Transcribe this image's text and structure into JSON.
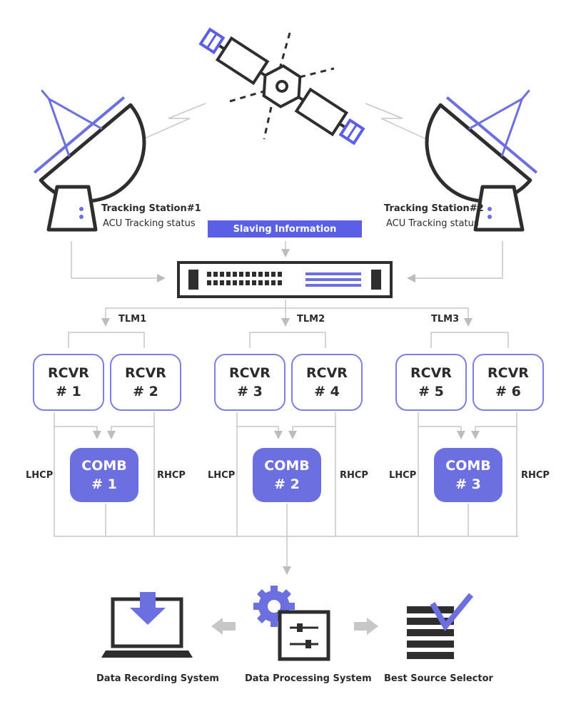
{
  "stations": [
    {
      "name": "Tracking Station#1",
      "status": "ACU Tracking status"
    },
    {
      "name": "Tracking Station#2",
      "status": "ACU Tracking status"
    }
  ],
  "slaving": "Slaving Information",
  "tlm": [
    "TLM1",
    "TLM2",
    "TLM3"
  ],
  "rcvr": [
    {
      "l1": "RCVR",
      "l2": "# 1"
    },
    {
      "l1": "RCVR",
      "l2": "# 2"
    },
    {
      "l1": "RCVR",
      "l2": "# 3"
    },
    {
      "l1": "RCVR",
      "l2": "# 4"
    },
    {
      "l1": "RCVR",
      "l2": "# 5"
    },
    {
      "l1": "RCVR",
      "l2": "# 6"
    }
  ],
  "comb": [
    {
      "l1": "COMB",
      "l2": "# 1"
    },
    {
      "l1": "COMB",
      "l2": "# 2"
    },
    {
      "l1": "COMB",
      "l2": "# 3"
    }
  ],
  "pol": {
    "left": "LHCP",
    "right": "RHCP"
  },
  "systems": {
    "recording": "Data Recording System",
    "processing": "Data Processing System",
    "selector": "Best Source Selector"
  },
  "colors": {
    "accent": "#6b6fe0",
    "dark": "#2e2e2e",
    "line": "#bdbdbd"
  },
  "icons": [
    "satellite-icon",
    "dish-antenna-icon",
    "network-switch-icon",
    "laptop-download-icon",
    "gear-panel-icon",
    "checklist-icon"
  ]
}
